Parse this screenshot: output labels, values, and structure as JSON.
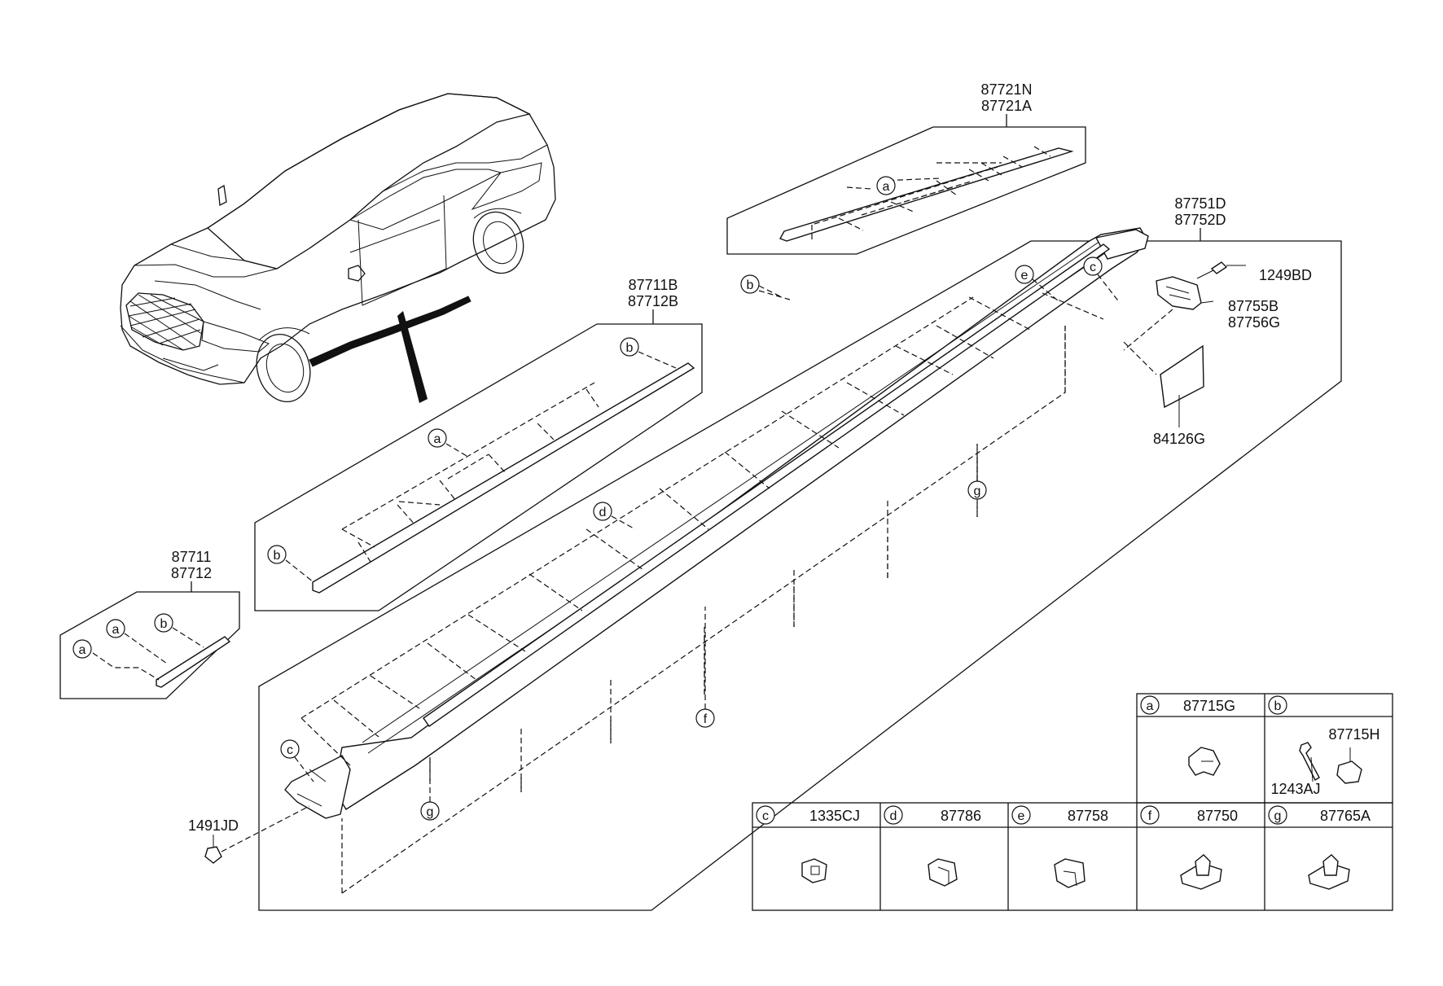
{
  "labels": {
    "top_molding": [
      "87721N",
      "87721A"
    ],
    "front_molding": [
      "87711B",
      "87712B"
    ],
    "short_molding": [
      "87711",
      "87712"
    ],
    "side_sill": [
      "87751D",
      "87752D"
    ],
    "screw": "1249BD",
    "bracket": [
      "87755B",
      "87756G"
    ],
    "pad": "84126G",
    "bolt": "1491JD"
  },
  "callouts": {
    "a": "a",
    "b": "b",
    "c": "c",
    "d": "d",
    "e": "e",
    "f": "f",
    "g": "g"
  },
  "legend": {
    "top_row": [
      {
        "letter": "a",
        "part": "87715G"
      },
      {
        "letter": "b",
        "part": "",
        "sub_parts": [
          "87715H",
          "1243AJ"
        ]
      }
    ],
    "bottom_row": [
      {
        "letter": "c",
        "part": "1335CJ"
      },
      {
        "letter": "d",
        "part": "87786"
      },
      {
        "letter": "e",
        "part": "87758"
      },
      {
        "letter": "f",
        "part": "87750"
      },
      {
        "letter": "g",
        "part": "87765A"
      }
    ]
  }
}
